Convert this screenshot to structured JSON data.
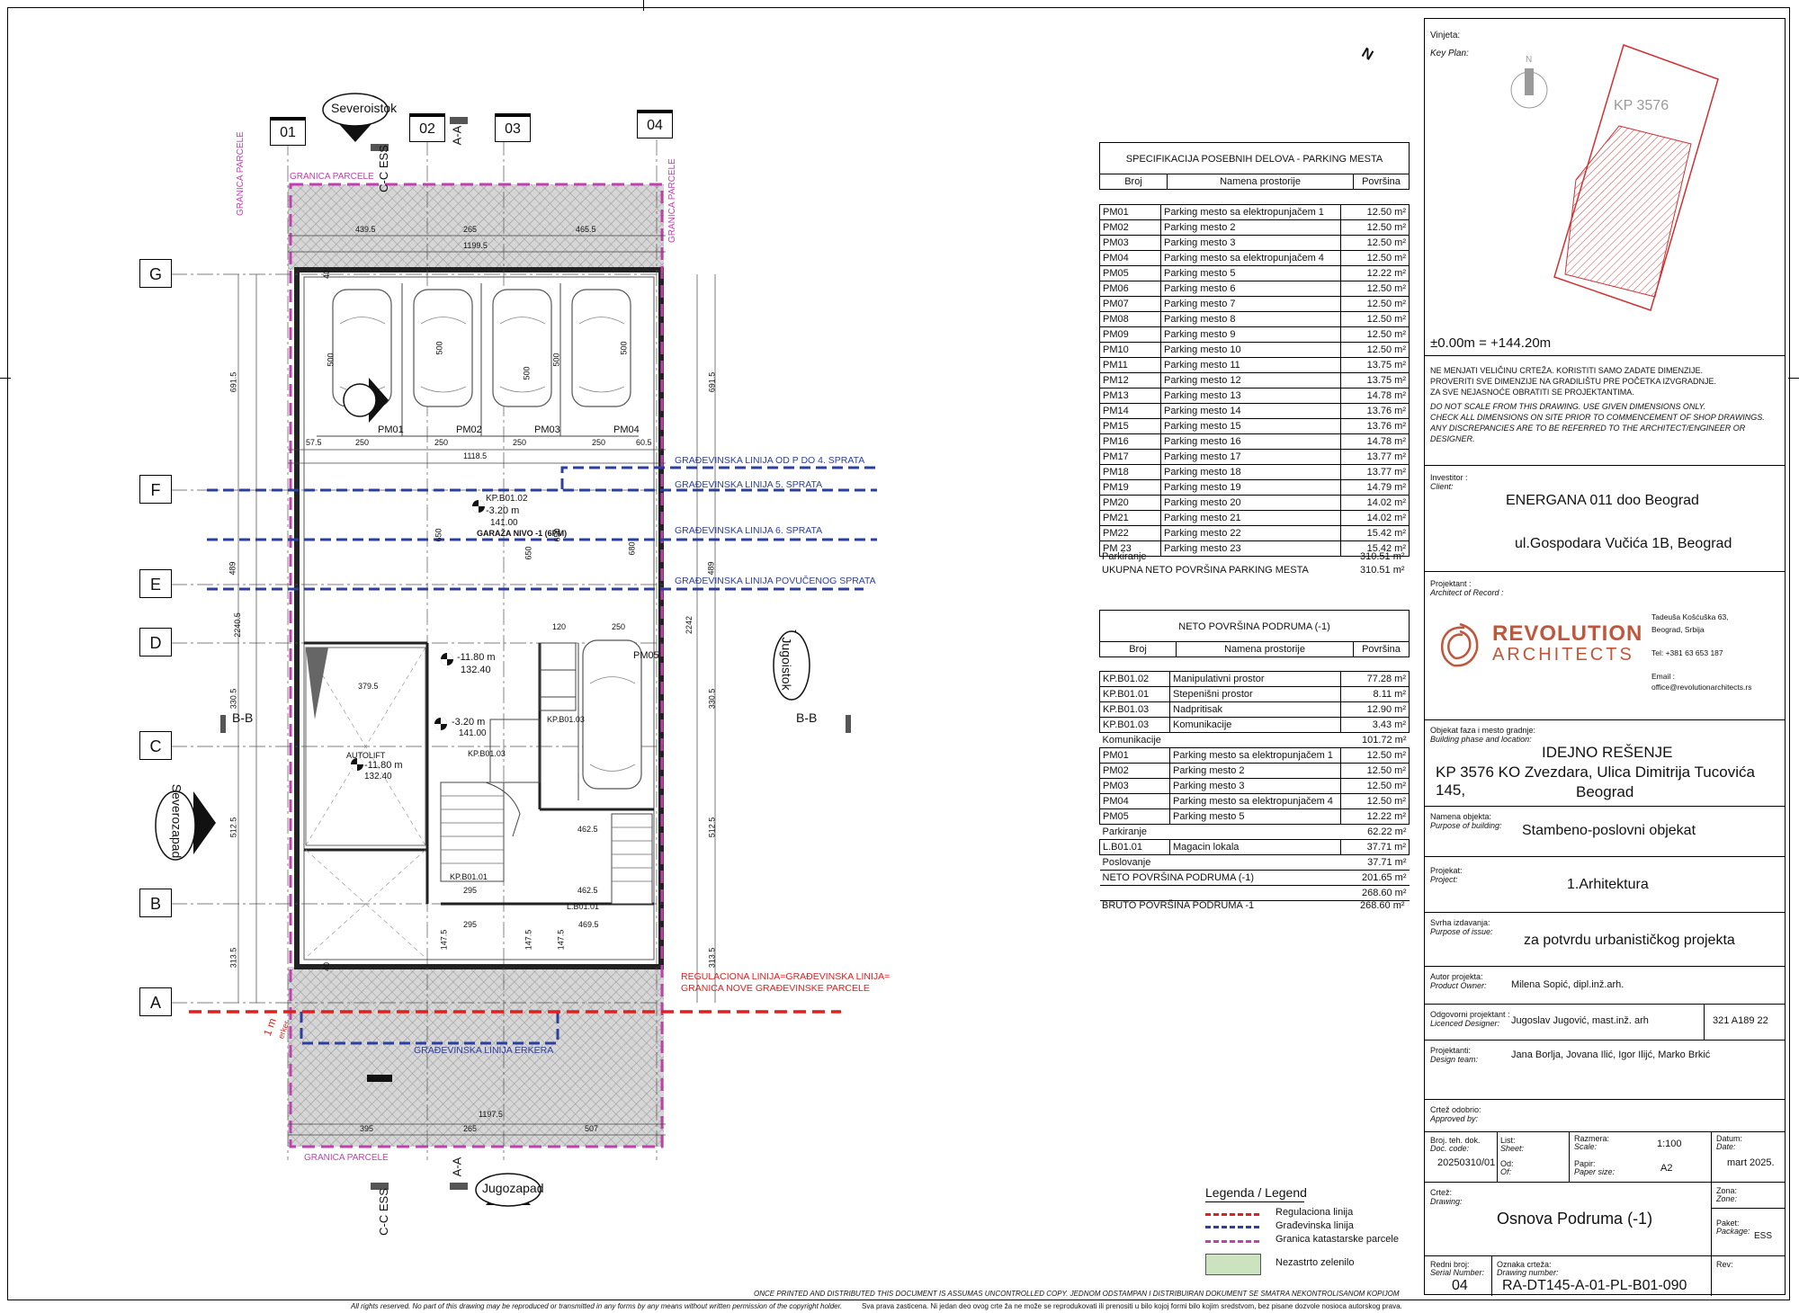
{
  "sheet": {
    "disclaimer_top": "ONCE PRINTED AND DISTRIBUTED THIS DOCUMENT IS ASSUMAS UNCONTROLLED COPY.    JEDNOM ODSTAMPAN I DISTRIBUIRAN DOKUMENT SE SMATRA NEKONTROLISANOM KOPIJOM",
    "rights_en": "All rights reserved. No part of this drawing may be reproduced or transmitted in any forms by any means without written permission of the copyright holder.",
    "rights_sr": "Sva prava zasticena. Ni jedan deo ovog crte  ža ne može se reprodukovati ili prenositi u bilo kojoj formi bilo kojim sredstvom, bez pisane dozvole nosioca autorskog prava."
  },
  "plan": {
    "grid_rows": [
      "G",
      "F",
      "E",
      "D",
      "C",
      "B",
      "A"
    ],
    "grid_cols": [
      "01",
      "02",
      "03",
      "04"
    ],
    "orientation": {
      "north": "N",
      "top": "Severoistok",
      "bottom": "Jugozapad",
      "right": "Jugoistok",
      "left": "Severozapad"
    },
    "sections": {
      "aa": "A-A",
      "cc": "C-C ESS",
      "bb": "B-B"
    },
    "parcel_label": "GRANICA PARCELE",
    "lines": {
      "gl_p4": "GRAĐEVINSKA LINIJA OD P DO 4. SPRATA",
      "gl_5": "GRAĐEVINSKA LINIJA 5. SPRATA",
      "gl_6": "GRAĐEVINSKA LINIJA 6. SPRATA",
      "gl_pov": "GRAĐEVINSKA LINIJA POVUČENOG SPRATA",
      "reg1": "REGULACIONA LINIJA=GRAĐEVINSKA LINIJA=",
      "reg2": "GRANICA NOVE GRAĐEVINSKE PARCELE",
      "erker": "GRAĐEVINSKA LINIJA ERKERA",
      "one_m": "1 m",
      "erker_small": "erker"
    },
    "dims": {
      "top_a": "439.5",
      "top_b": "265",
      "top_c": "465.5",
      "top_total": "1199.5",
      "row_a": "57.5",
      "row_b": "250",
      "row_c": "250",
      "row_d": "250",
      "row_e": "250",
      "row_f": "60.5",
      "row_total": "1118.5",
      "bot_a": "395",
      "bot_b": "265",
      "bot_c": "507",
      "bot_total": "1197.5",
      "v_total_l": "2240.5",
      "v_total_r": "2242",
      "v_6915": "691.5",
      "v_489": "489",
      "v_3305": "330.5",
      "v_5125": "512.5",
      "v_3135": "313.5",
      "v_500": "500",
      "v_650": "650",
      "v_680": "680",
      "v_40": "40",
      "v_120": "120",
      "v_250": "250",
      "v_3795": "379.5",
      "v_4625": "462.5",
      "v_4695": "469.5",
      "v_295": "295",
      "v_1475": "147.5"
    },
    "parking_labels": [
      "PM01",
      "PM02",
      "PM03",
      "PM04",
      "PM05"
    ],
    "rooms": {
      "garage_code": "KP.B01.02",
      "garage_level": "-3.20 m",
      "garage_abs": "141.00",
      "garage_name": "GARAŽA NIVO -1 (6PM)",
      "lift_level": "-11.80 m",
      "lift_abs": "132.40",
      "stair_level": "-3.20 m",
      "stair_abs": "141.00",
      "stair_code": "KP.B01.03",
      "autolift": "AUTOLIFT",
      "autolift_level": "-11.80 m",
      "autolift_abs": "132.40",
      "kp0101": "KP.B01.01",
      "kp0103": "KP.B01.03",
      "l0101": "L.B01.01",
      "kp0103b": "KP.B01.03"
    }
  },
  "table1": {
    "title": "SPECIFIKACIJA POSEBNIH DELOVA - PARKING MESTA",
    "headers": [
      "Broj",
      "Namena prostorije",
      "Površina"
    ],
    "rows": [
      [
        "PM01",
        "Parking mesto sa elektropunjačem 1",
        "12.50 m²"
      ],
      [
        "PM02",
        "Parking mesto 2",
        "12.50 m²"
      ],
      [
        "PM03",
        "Parking mesto 3",
        "12.50 m²"
      ],
      [
        "PM04",
        "Parking mesto sa elektropunjačem 4",
        "12.50 m²"
      ],
      [
        "PM05",
        "Parking mesto 5",
        "12.22 m²"
      ],
      [
        "PM06",
        "Parking mesto 6",
        "12.50 m²"
      ],
      [
        "PM07",
        "Parking mesto 7",
        "12.50 m²"
      ],
      [
        "PM08",
        "Parking mesto 8",
        "12.50 m²"
      ],
      [
        "PM09",
        "Parking mesto 9",
        "12.50 m²"
      ],
      [
        "PM10",
        "Parking mesto 10",
        "12.50 m²"
      ],
      [
        "PM11",
        "Parking mesto 11",
        "13.75 m²"
      ],
      [
        "PM12",
        "Parking mesto 12",
        "13.75 m²"
      ],
      [
        "PM13",
        "Parking mesto 13",
        "14.78 m²"
      ],
      [
        "PM14",
        "Parking mesto 14",
        "13.76 m²"
      ],
      [
        "PM15",
        "Parking mesto 15",
        "13.76 m²"
      ],
      [
        "PM16",
        "Parking mesto 16",
        "14.78 m²"
      ],
      [
        "PM17",
        "Parking mesto 17",
        "13.77 m²"
      ],
      [
        "PM18",
        "Parking mesto 18",
        "13.77 m²"
      ],
      [
        "PM19",
        "Parking mesto 19",
        "14.79 m²"
      ],
      [
        "PM20",
        "Parking mesto 20",
        "14.02 m²"
      ],
      [
        "PM21",
        "Parking mesto 21",
        "14.02 m²"
      ],
      [
        "PM22",
        "Parking mesto 22",
        "15.42 m²"
      ],
      [
        "PM 23",
        "Parking mesto 23",
        "15.42 m²"
      ]
    ],
    "sub_label": "Parkiranje",
    "sub_value": "310.51 m²",
    "total_label": "UKUPNA NETO POVRŠINA PARKING MESTA",
    "total_value": "310.51 m²"
  },
  "table2": {
    "title": "NETO POVRŠINA PODRUMA (-1)",
    "headers": [
      "Broj",
      "Namena prostorije",
      "Površina"
    ],
    "rows_a": [
      [
        "KP.B01.02",
        "Manipulativni prostor",
        "77.28 m²"
      ],
      [
        "KP.B01.01",
        "Stepenišni prostor",
        "8.11 m²"
      ],
      [
        "KP.B01.03",
        "Nadpritisak",
        "12.90 m²"
      ],
      [
        "KP.B01.03",
        "Komunikacije",
        "3.43 m²"
      ]
    ],
    "sub_a_label": "Komunikacije",
    "sub_a_value": "101.72 m²",
    "rows_b": [
      [
        "PM01",
        "Parking mesto sa elektropunjačem 1",
        "12.50 m²"
      ],
      [
        "PM02",
        "Parking mesto 2",
        "12.50 m²"
      ],
      [
        "PM03",
        "Parking mesto 3",
        "12.50 m²"
      ],
      [
        "PM04",
        "Parking mesto sa elektropunjačem 4",
        "12.50 m²"
      ],
      [
        "PM05",
        "Parking mesto 5",
        "12.22 m²"
      ]
    ],
    "sub_b_label": "Parkiranje",
    "sub_b_value": "62.22 m²",
    "rows_c": [
      [
        "L.B01.01",
        "Magacin lokala",
        "37.71 m²"
      ]
    ],
    "sub_c_label": "Poslovanje",
    "sub_c_value": "37.71 m²",
    "neto_label": "NETO POVRŠINA PODRUMA (-1)",
    "neto_value": "201.65 m²",
    "blank_value": "268.60 m²",
    "bruto_label": "BRUTO POVRŠINA PODRUMA -1",
    "bruto_value": "268.60 m²"
  },
  "legend": {
    "title": "Legenda / Legend",
    "items": [
      "Regulaciona linija",
      "Građevinska linija",
      "Granica katastarske parcele",
      "Nezastrto zelenilo"
    ]
  },
  "title_block": {
    "vinjeta": "Vinjeta:",
    "key_plan": "Key Plan:",
    "key_n": "N",
    "kp": "KP 3576",
    "elevation": "±0.00m = +144.20m",
    "notes_sr": [
      "NE MENJATI VELIČINU CRTEŽA. KORISTITI SAMO ZADATE DIMENZIJE.",
      "PROVERITI SVE DIMENZIJE NA GRADILIŠTU PRE POČETKA IZVGRADNJE.",
      "ZA SVE NEJASNOĆE OBRATITI SE PROJEKTANTIMA."
    ],
    "notes_en": [
      "DO NOT SCALE FROM THIS DRAWING. USE GIVEN DIMENSIONS ONLY.",
      "CHECK ALL DIMENSIONS ON SITE PRIOR TO COMMENCEMENT OF SHOP DRAWINGS.",
      "ANY DISCREPANCIES ARE TO BE REFERRED TO THE ARCHITECT/ENGINEER OR DESIGNER."
    ],
    "investor_lbl": "Investitor :",
    "investor_lbl_en": "Client:",
    "investor": "ENERGANA 011 doo Beograd",
    "investor_addr": "ul.Gospodara Vučića 1B, Beograd",
    "projektant_lbl": "Projektant :",
    "projektant_lbl_en": "Architect of Record :",
    "firm_1": "REVOLUTION",
    "firm_2": "ARCHITECTS",
    "firm_addr": [
      "Tadeuša Košćuška 63,",
      "Beograd, Srbija"
    ],
    "firm_tel": "Tel: +381 63 653 187",
    "firm_email_lbl": "Email :",
    "firm_email": "office@revolutionarchitects.rs",
    "phase_lbl": "Objekat faza i mesto gradnje:",
    "phase_lbl_en": "Building phase and location:",
    "phase_1": "IDEJNO REŠENJE",
    "phase_2": "KP 3576 KO Zvezdara, Ulica Dimitrija Tucovića 145,",
    "phase_3": "Beograd",
    "name_lbl": "Namena objekta:",
    "name_lbl_en": "Purpose of building:",
    "name": "Stambeno-poslovni objekat",
    "project_lbl": "Projekat:",
    "project_lbl_en": "Project:",
    "project": "1.Arhitektura",
    "issue_lbl": "Svrha izdavanja:",
    "issue_lbl_en": "Purpose of issue:",
    "issue": "za potvrdu urbanističkog projekta",
    "author_lbl": "Autor projekta:",
    "author_lbl_en": "Product Owner:",
    "author": "Milena Sopić, dipl.inž.arh.",
    "licenced_lbl": "Odgovorni projektant :",
    "licenced_lbl_en": "Licenced Designer:",
    "licenced": "Jugoslav Jugović, mast.inž. arh",
    "licence_no": "321 A189 22",
    "team_lbl": "Projektanti:",
    "team_lbl_en": "Design team:",
    "team": "Jana Borlja, Jovana Ilić, Igor Ilijć, Marko Brkić",
    "approved_lbl": "Crtež odobrio:",
    "approved_lbl_en": "Approved by:",
    "doc_lbl": "Broj. teh. dok.",
    "doc_lbl_en": "Doc. code:",
    "doc": "20250310/01",
    "list_lbl": "List:",
    "list_lbl_en": "Sheet:",
    "od_lbl": "Od:",
    "od_lbl_en": "Of:",
    "scale_lbl": "Razmera:",
    "scale_lbl_en": "Scale:",
    "scale": "1:100",
    "paper_lbl": "Papir:",
    "paper_lbl_en": "Paper size:",
    "paper": "A2",
    "date_lbl": "Datum:",
    "date_lbl_en": "Date:",
    "date": "mart 2025.",
    "drawing_lbl": "Crtež:",
    "drawing_lbl_en": "Drawing:",
    "drawing": "Osnova Podruma (-1)",
    "zone_lbl": "Zona:",
    "zone_lbl_en": "Zone:",
    "package_lbl": "Paket:",
    "package_lbl_en": "Package:",
    "package": "ESS",
    "serial_lbl": "Redni broj:",
    "serial_lbl_en": "Serial Number:",
    "serial": "04",
    "dwgno_lbl": "Oznaka crteža:",
    "dwgno_lbl_en": "Drawing number:",
    "dwgno": "RA-DT145-A-01-PL-B01-090",
    "rev_lbl": "Rev:"
  },
  "colors": {
    "regulation": "#e02020",
    "building_line": "#2d3f9e",
    "parcel": "#c040b0",
    "hatch": "#bdbdbd",
    "logo": "#c0563a"
  }
}
